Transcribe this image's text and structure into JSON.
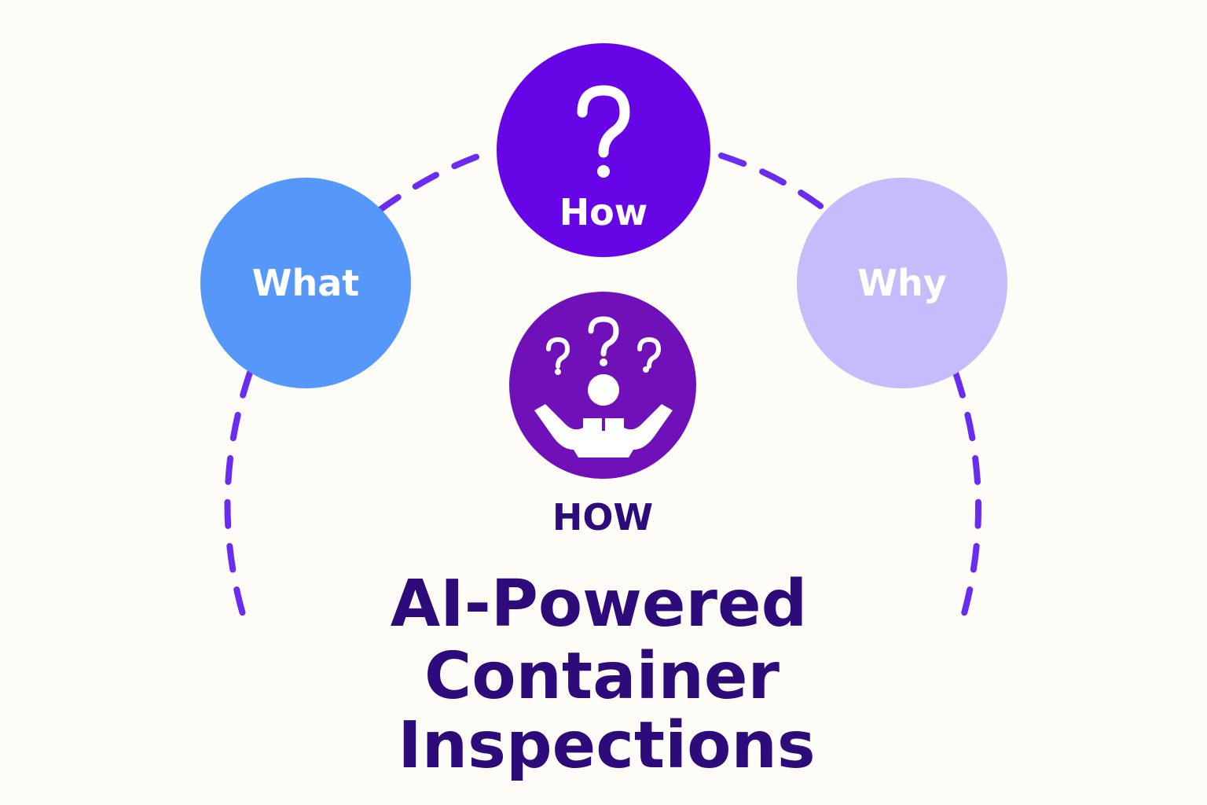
{
  "diagram": {
    "nodes": {
      "what": {
        "label": "What",
        "color": "#5598f9"
      },
      "how": {
        "label": "How",
        "color": "#6606e6"
      },
      "why": {
        "label": "Why",
        "color": "#c6bcfb"
      },
      "how_center": {
        "label": "HOW",
        "color": "#7010b8"
      }
    },
    "title_lines": [
      "AI-Powered",
      "Container",
      "Inspections"
    ],
    "colors": {
      "arc": "#6a2cf0",
      "title": "#2e0b7a",
      "background": "#fdfcf7",
      "node_text": "#ffffff"
    },
    "icons": {
      "how": "question-mark-icon",
      "how_center": "confused-person-icon"
    }
  }
}
